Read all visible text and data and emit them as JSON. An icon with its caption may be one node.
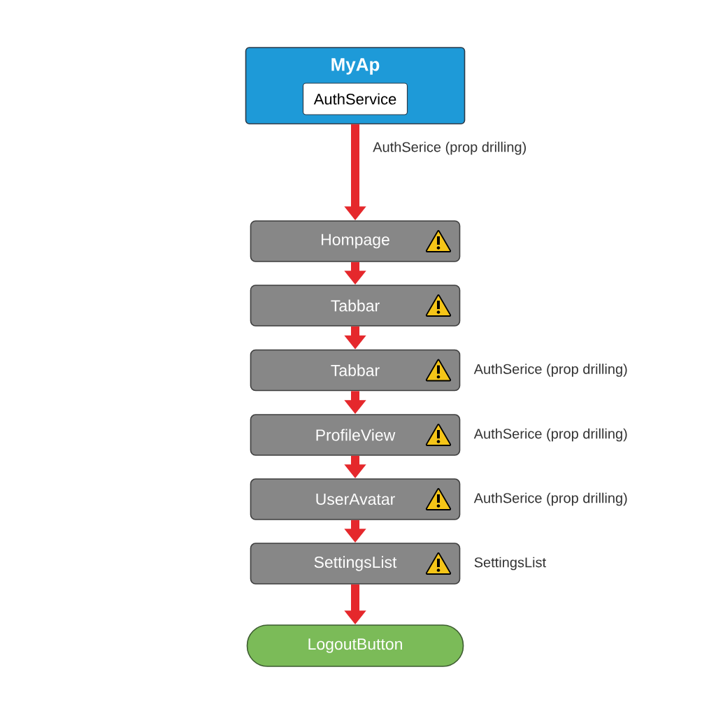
{
  "diagram": {
    "nodes": [
      {
        "text": [
          "MyAp"
        ]
      },
      {
        "text": [
          "AuthService"
        ],
        "in": 0
      },
      {
        "text": [
          "Hompage"
        ]
      },
      {
        "text": [
          "Tabbar"
        ]
      },
      {
        "text": [
          "Tabbar"
        ],
        "beside": [
          "AuthSerice (prop drilling)"
        ]
      },
      {
        "text": [
          "ProfileView"
        ],
        "beside": [
          "AuthSerice (prop drilling)"
        ]
      },
      {
        "text": [
          "UserAvatar"
        ],
        "beside": [
          "AuthSerice (prop drilling)"
        ]
      },
      {
        "text": [
          "SettingsList"
        ],
        "beside": [
          "SettingsList"
        ]
      },
      {
        "text": [
          "LogoutButton"
        ]
      }
    ],
    "edges": [
      {
        "from": 0,
        "to": 2,
        "arrow": "to",
        "label": "AuthSerice (prop drilling)"
      },
      {
        "from": 2,
        "to": 3,
        "arrow": "to"
      },
      {
        "from": 3,
        "to": 4,
        "arrow": "to"
      },
      {
        "from": 4,
        "to": 5,
        "arrow": "to"
      },
      {
        "from": 5,
        "to": 6,
        "arrow": "to"
      },
      {
        "from": 6,
        "to": 7,
        "arrow": "to"
      },
      {
        "from": 7,
        "to": 8,
        "arrow": "to"
      }
    ]
  }
}
